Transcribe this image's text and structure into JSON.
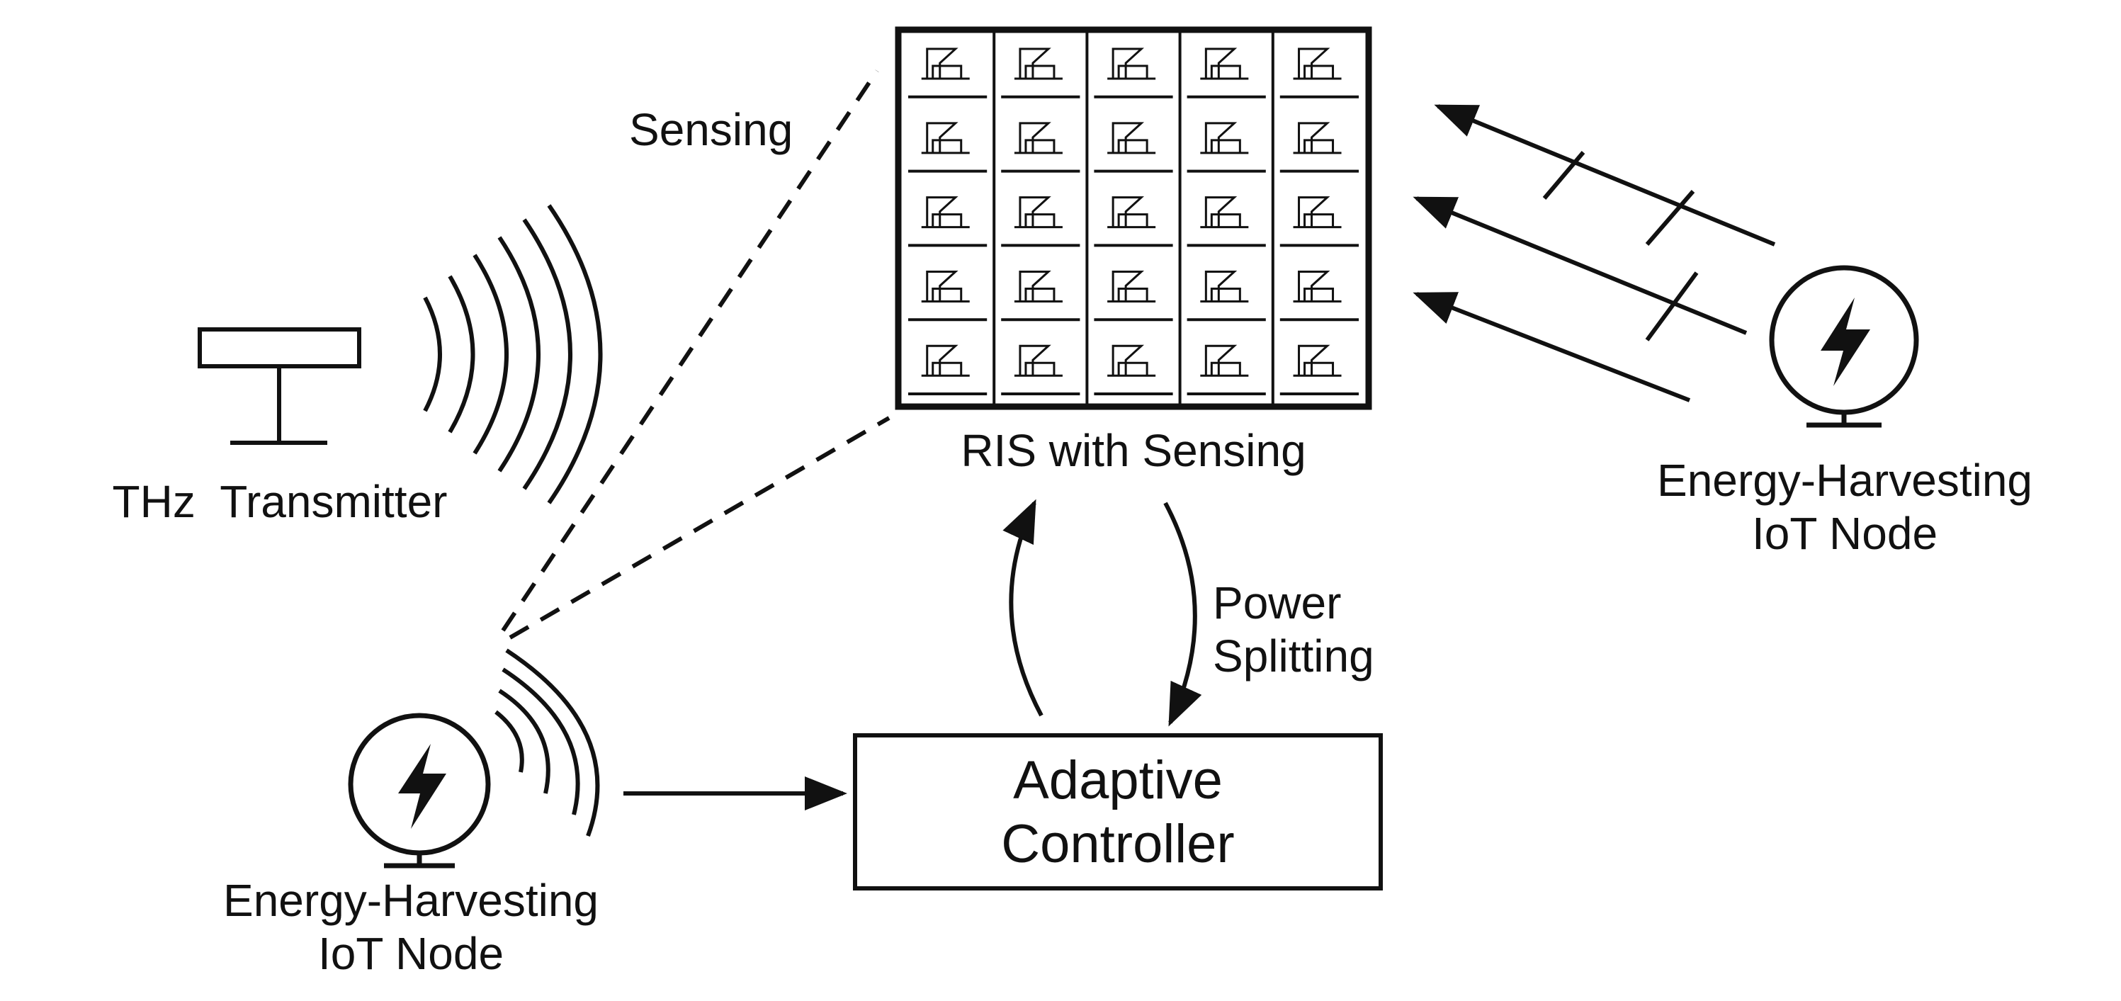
{
  "colors": {
    "ink": "#111111",
    "background": "#ffffff"
  },
  "labels": {
    "sensing": "Sensing",
    "ris": "RIS with Sensing",
    "thz_transmitter": "THz  Transmitter",
    "node_right_line1": "Energy-Harvesting",
    "node_right_line2": "IoT Node",
    "node_left_line1": "Energy-Harvesting",
    "node_left_line2": "IoT Node",
    "power_line1": "Power",
    "power_line2": "Splitting",
    "controller_line1": "Adaptive",
    "controller_line2": "Controller"
  },
  "ris_grid": {
    "rows": 5,
    "cols": 5
  },
  "icons": {
    "node_symbol": "lightning-bolt-icon",
    "ris_element": "antenna-element-icon",
    "transmitter": "antenna-icon"
  }
}
